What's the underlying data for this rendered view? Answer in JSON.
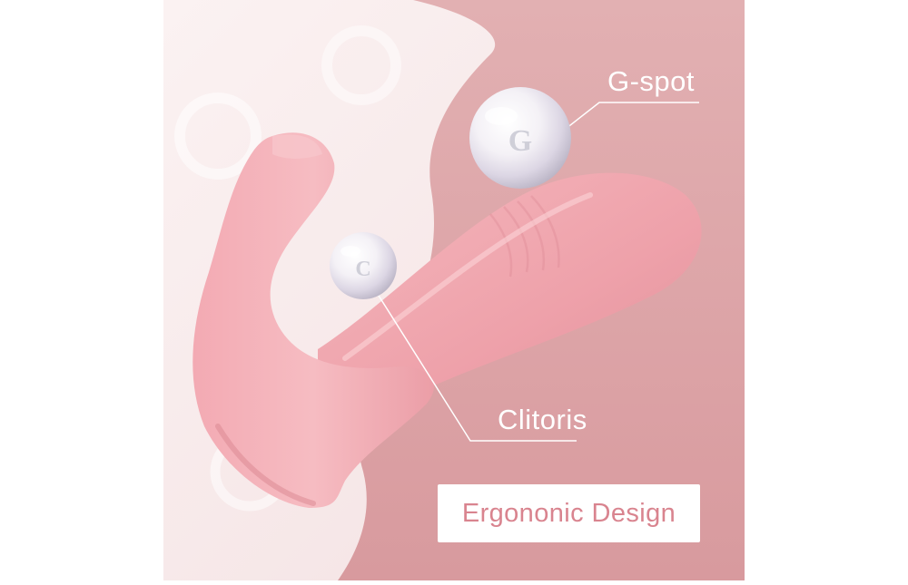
{
  "labels": {
    "gspot": "G-spot",
    "clitoris": "Clitoris"
  },
  "pearls": {
    "large_letter": "G",
    "small_letter": "C"
  },
  "design_badge": {
    "text": "Ergononic Design"
  },
  "colors": {
    "background_pink": "#dca3a6",
    "light_panel": "#f6e9ea",
    "product_pink": "#f0a9b1",
    "badge_text": "#d9848f"
  }
}
